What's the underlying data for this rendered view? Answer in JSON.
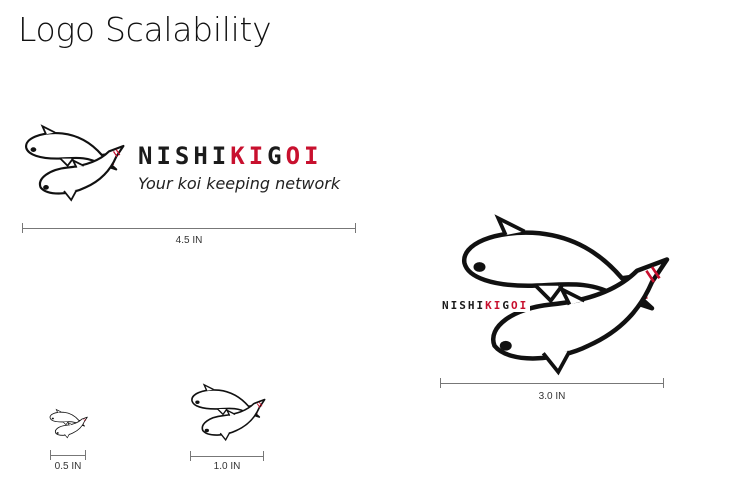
{
  "page": {
    "title": "Logo Scalability"
  },
  "brand": {
    "prefix": "NISHI",
    "red_a": "KI",
    "mid": "G",
    "red_b": "OI",
    "tagline": "Your koi keeping network",
    "colors": {
      "text": "#1b1b1b",
      "accent": "#c8102e",
      "rule": "#777777"
    }
  },
  "sizes": {
    "large_horizontal": "4.5 IN",
    "large_stacked": "3.0 IN",
    "small_half": "0.5 IN",
    "small_one": "1.0 IN"
  }
}
